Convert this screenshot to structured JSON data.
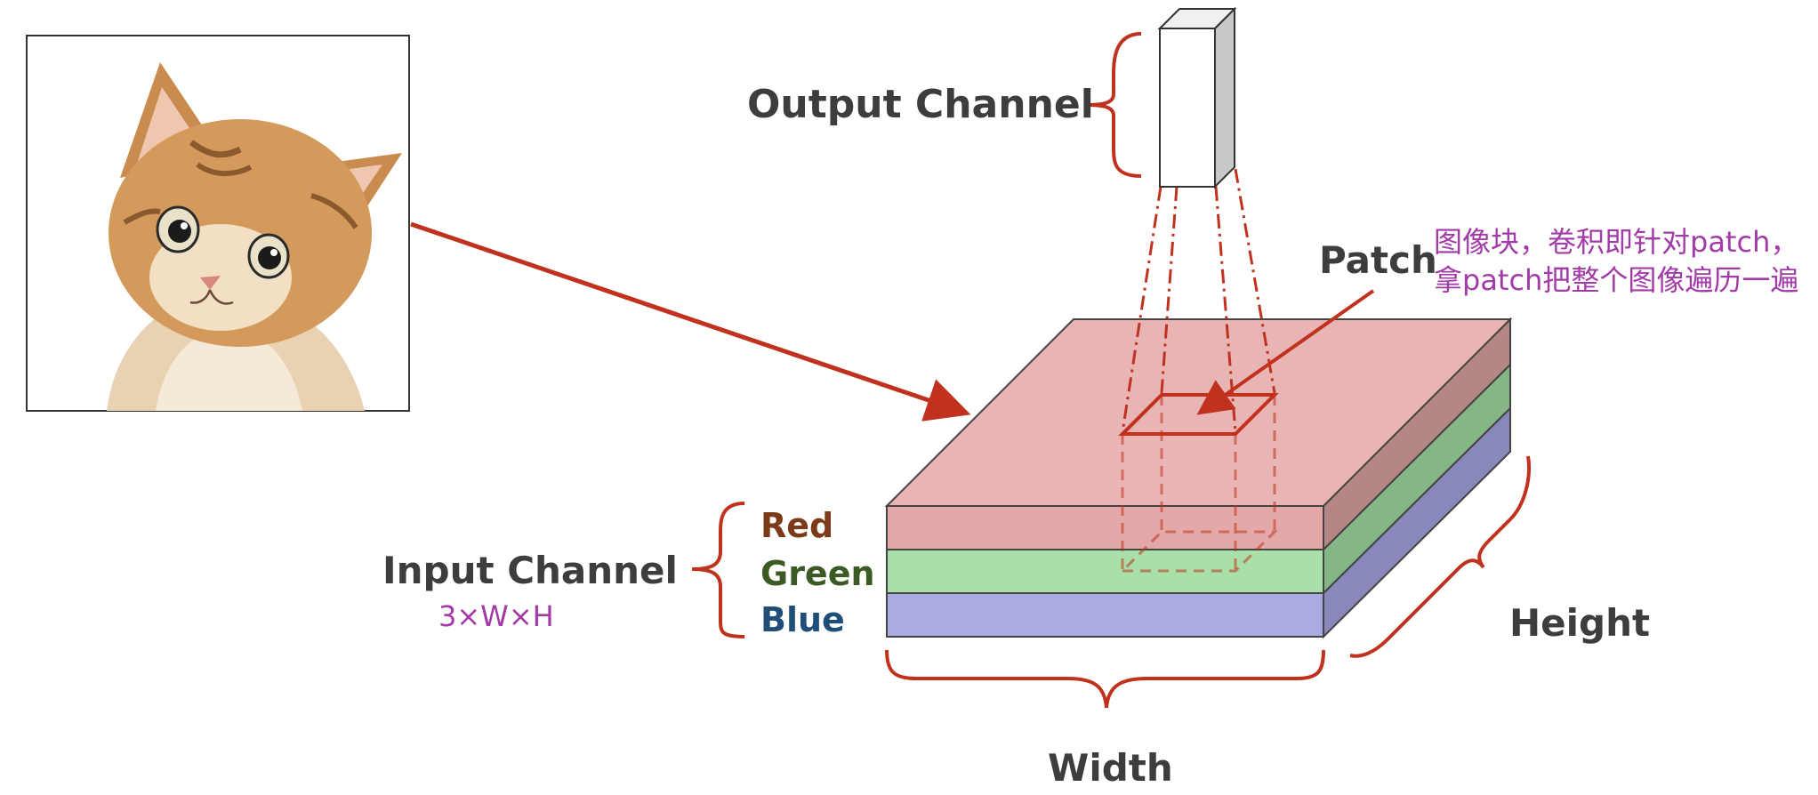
{
  "labels": {
    "output_channel": "Output Channel",
    "patch": "Patch",
    "patch_note_line1": "图像块，卷积即针对patch，",
    "patch_note_line2": "拿patch把整个图像遍历一遍",
    "input_channel": "Input Channel",
    "input_dims": "3×W×H",
    "red": "Red",
    "green": "Green",
    "blue": "Blue",
    "width": "Width",
    "height": "Height"
  },
  "colors": {
    "accent_red": "#c0321e",
    "note_purple": "#a23aa7",
    "text_dark": "#3d3d3d",
    "red_label": "#7b3a18",
    "green_label": "#3c5a23",
    "blue_label": "#1f4e79",
    "red_layer": "#e8b4b4",
    "green_layer": "#a9dfa9",
    "blue_layer": "#aaaae3"
  }
}
